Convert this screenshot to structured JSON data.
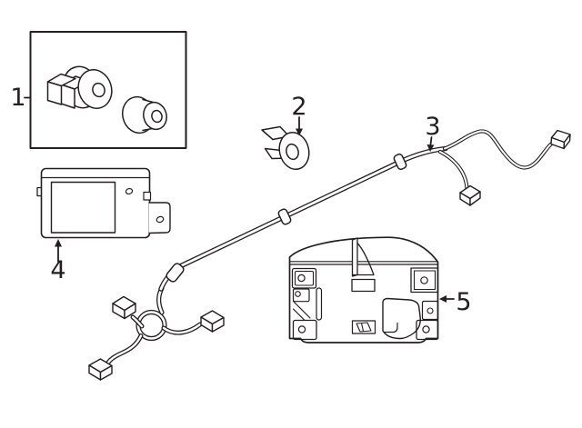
{
  "diagram": {
    "type": "exploded-parts-line-drawing",
    "colors": {
      "background": "#ffffff",
      "line_art": "#231f20"
    },
    "callouts": {
      "c1": "1",
      "c2": "2",
      "c3": "3",
      "c4": "4",
      "c5": "5"
    },
    "parts": [
      {
        "callout": "1",
        "name": "sensor-with-retainer-kit-box"
      },
      {
        "callout": "2",
        "name": "retainer-clip"
      },
      {
        "callout": "3",
        "name": "wire-harness"
      },
      {
        "callout": "4",
        "name": "control-module"
      },
      {
        "callout": "5",
        "name": "mounting-bracket"
      }
    ]
  }
}
